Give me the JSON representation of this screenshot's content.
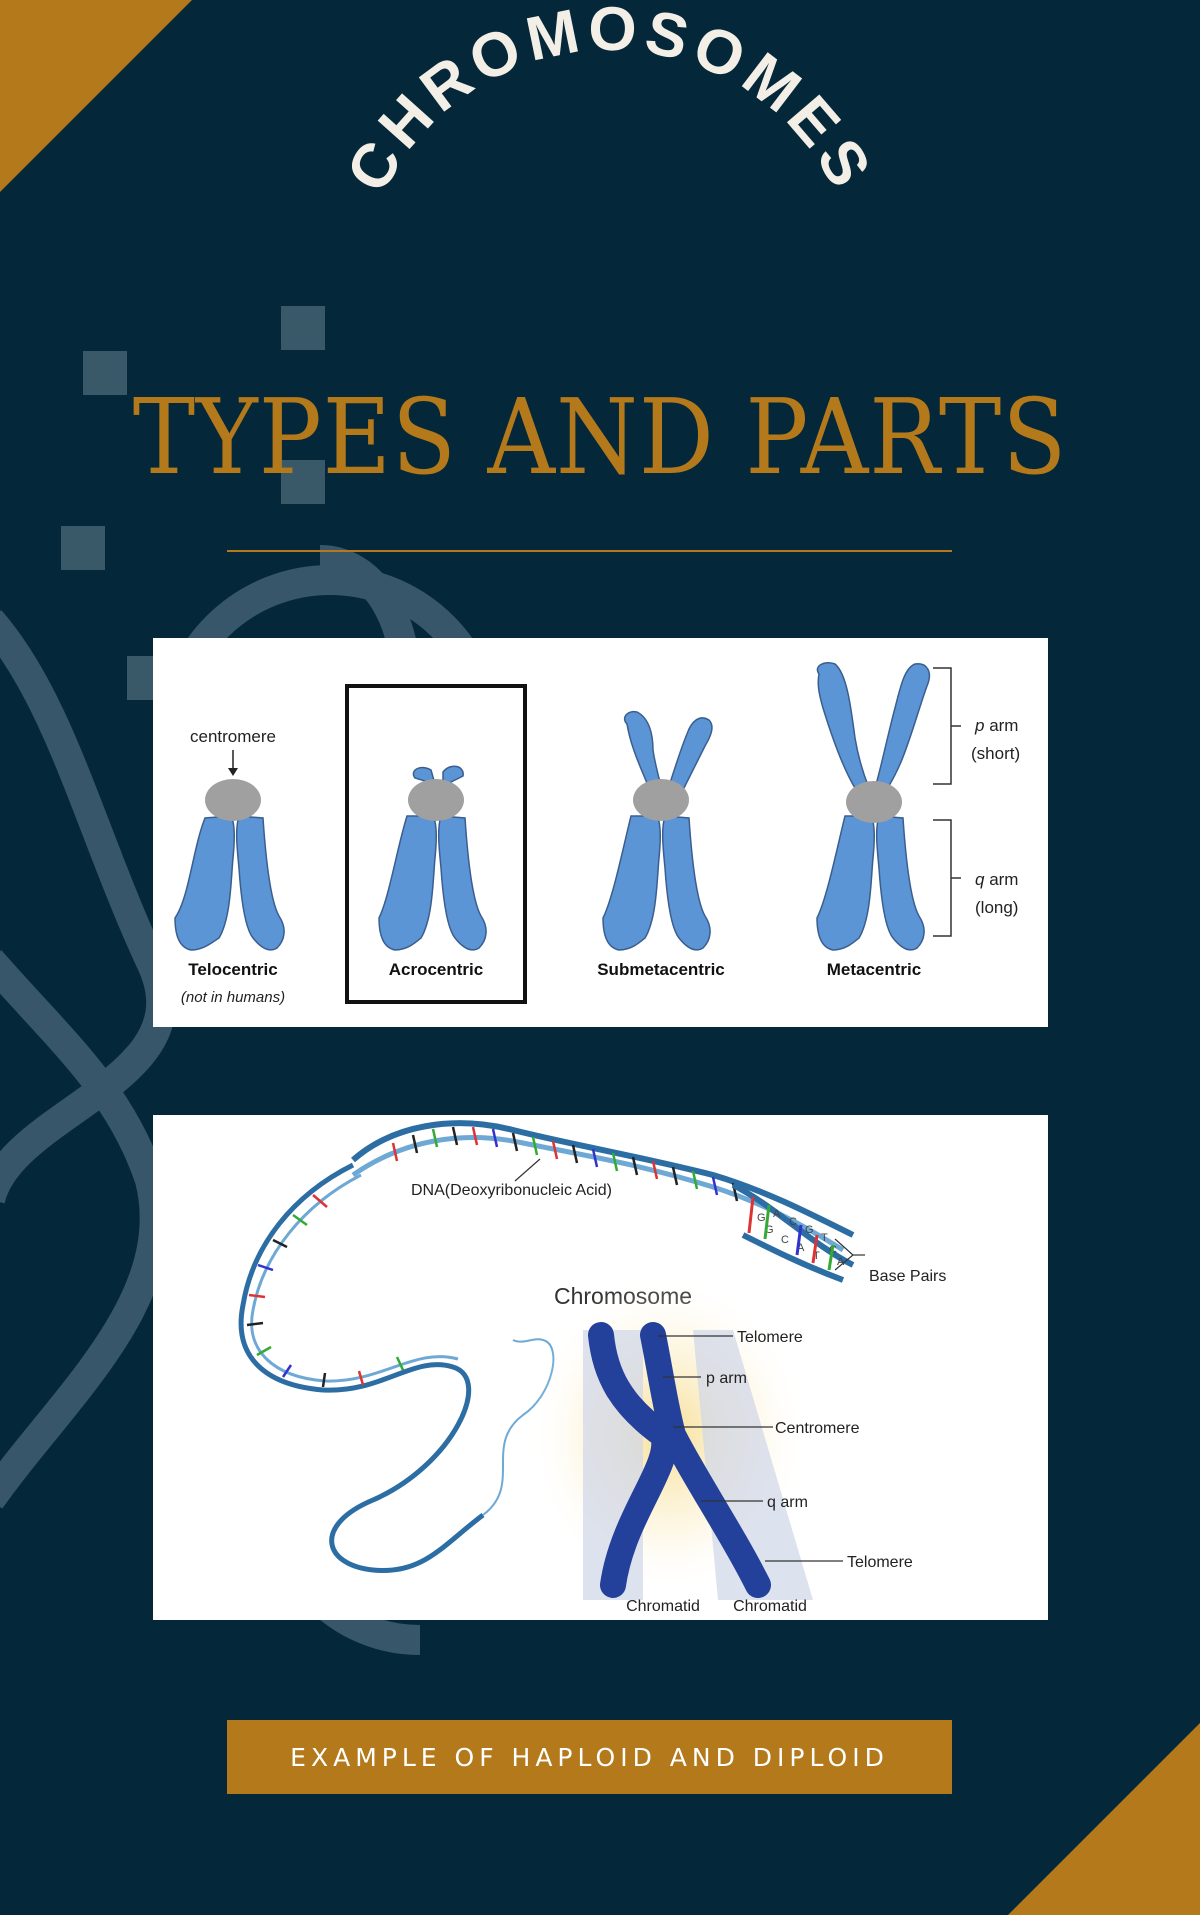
{
  "header": {
    "arc_title": "CHROMOSOMES",
    "main_title": "TYPES AND PARTS"
  },
  "types_panel": {
    "centromere_label": "centromere",
    "types": [
      {
        "name": "Telocentric",
        "note": "(not in humans)"
      },
      {
        "name": "Acrocentric",
        "note": ""
      },
      {
        "name": "Submetacentric",
        "note": ""
      },
      {
        "name": "Metacentric",
        "note": ""
      }
    ],
    "p_arm_label": "p",
    "p_arm_suffix": " arm",
    "p_arm_note": "(short)",
    "q_arm_label": "q",
    "q_arm_suffix": " arm",
    "q_arm_note": "(long)"
  },
  "structure_panel": {
    "dna_label": "DNA(Deoxyribonucleic Acid)",
    "base_pairs_label": "Base Pairs",
    "chromosome_title": "Chromosome",
    "telomere_top": "Telomere",
    "p_arm": "p arm",
    "centromere": "Centromere",
    "q_arm": "q arm",
    "telomere_bottom": "Telomere",
    "chromatid_left": "Chromatid",
    "chromatid_right": "Chromatid",
    "base_letters": [
      "A",
      "C",
      "G",
      "T",
      "G",
      "C",
      "A",
      "T",
      "G",
      "C",
      "A"
    ]
  },
  "cta": {
    "label": "EXAMPLE OF HAPLOID AND DIPLOID"
  },
  "colors": {
    "background": "#04283a",
    "accent": "#b3791a",
    "chromosome_blue": "#5b95d6",
    "centromere_gray": "#a0a0a0",
    "chromatid_navy": "#23409a"
  }
}
